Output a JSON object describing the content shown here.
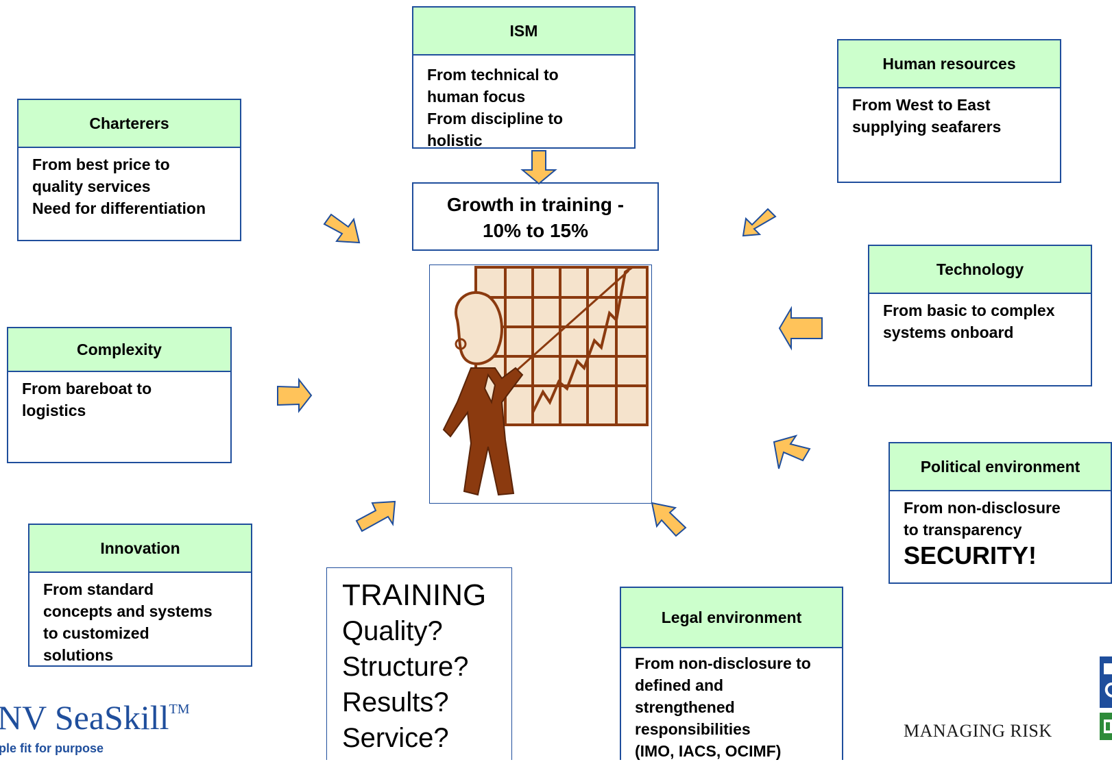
{
  "top": {
    "title": "ISM",
    "lines": [
      "From technical to",
      "human focus",
      "From discipline to",
      "holistic"
    ]
  },
  "human_resources": {
    "title": "Human resources",
    "lines": [
      "From West to East",
      "supplying seafarers"
    ]
  },
  "charterers": {
    "title": "Charterers",
    "lines": [
      "From best price to",
      "quality services",
      "Need for differentiation"
    ]
  },
  "technology": {
    "title": "Technology",
    "lines": [
      "From basic to complex",
      "systems onboard"
    ]
  },
  "complexity": {
    "title": "Complexity",
    "lines": [
      "From bareboat to",
      "logistics"
    ]
  },
  "political": {
    "title": "Political environment",
    "lines": [
      "From non-disclosure",
      "to transparency"
    ],
    "emphasis": "SECURITY!"
  },
  "innovation": {
    "title": "Innovation",
    "lines": [
      "From standard",
      "concepts and systems",
      "to customized",
      "solutions"
    ]
  },
  "legal": {
    "title": "Legal environment",
    "lines": [
      "From non-disclosure to",
      "defined and",
      "strengthened",
      "responsibilities",
      "(IMO, IACS, OCIMF)"
    ]
  },
  "growth": {
    "line1": "Growth in training  -",
    "line2": "10% to 15%"
  },
  "training": {
    "title": "TRAINING",
    "questions": [
      "Quality?",
      "Structure?",
      "Results?",
      "Service?"
    ]
  },
  "branding": {
    "logo_text": "NV SeaSkill",
    "trademark": "TM",
    "tagline": "ple fit for purpose",
    "managing": "MANAGING RISK"
  },
  "colors": {
    "border": "#1f4e9c",
    "header_fill": "#ccffcc",
    "arrow_fill": "#ffc35a",
    "arrow_stroke": "#1f4e9c",
    "figure_brown": "#8b3a0f",
    "grid_bg": "#f5e3cc"
  }
}
